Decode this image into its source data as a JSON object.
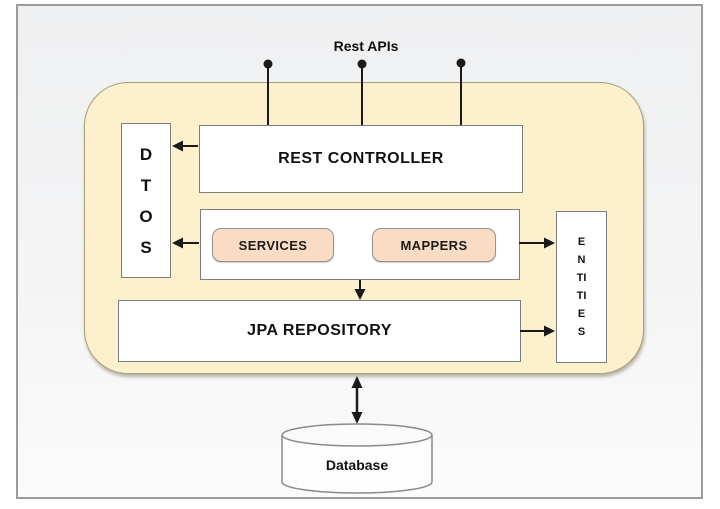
{
  "diagram": {
    "top_label": "Rest APIs",
    "nodes": {
      "rest_controller": {
        "label": "REST CONTROLLER"
      },
      "dtos": {
        "label": "DTOS"
      },
      "services": {
        "label": "SERVICES"
      },
      "mappers": {
        "label": "MAPPERS"
      },
      "jpa_repository": {
        "label": "JPA REPOSITORY"
      },
      "entities": {
        "label": "ENTITIES"
      },
      "database": {
        "label": "Database"
      }
    },
    "colors": {
      "boundary_fill": "#fdf1cd",
      "chip_fill": "#f9dcc3",
      "node_fill": "#ffffff",
      "line_color": "#1a1a1a",
      "frame_background": "#f0f0f1"
    }
  }
}
